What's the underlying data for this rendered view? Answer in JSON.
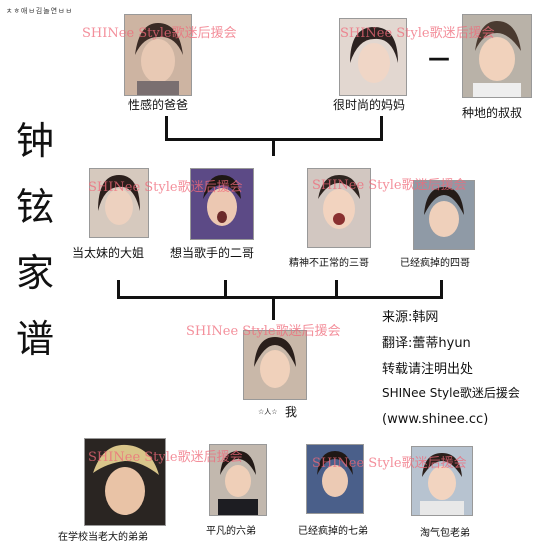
{
  "header_doodle": "ㅊㅎ애ㅂ김놀연ㅂㅂ",
  "vertical_title": [
    "钟",
    "铉",
    "家",
    "谱"
  ],
  "watermark": "SHINee Style歌迷后援会",
  "dash": "—",
  "colors": {
    "watermark": "#f06a7a",
    "line": "#111111"
  },
  "parents": [
    {
      "caption": "性感的爸爸"
    },
    {
      "caption": "很时尚的妈妈"
    },
    {
      "caption": "种地的叔叔"
    }
  ],
  "siblings_older": [
    {
      "caption": "当太妹的大姐"
    },
    {
      "caption": "想当歌手的二哥"
    },
    {
      "caption": "精神不正常的三哥"
    },
    {
      "caption": "已经疯掉的四哥"
    }
  ],
  "self": {
    "prefix": "☆人☆",
    "caption": "我"
  },
  "siblings_younger": [
    {
      "caption": "在学校当老大的弟弟"
    },
    {
      "caption": "平凡的六弟"
    },
    {
      "caption": "已经疯掉的七弟"
    },
    {
      "caption": "淘气包老弟"
    }
  ],
  "credits": [
    "来源:韩网",
    "翻译:蕾蒂hyun",
    "转载请注明出处",
    "SHINee Style歌迷后援会",
    "(www.shinee.cc)"
  ]
}
